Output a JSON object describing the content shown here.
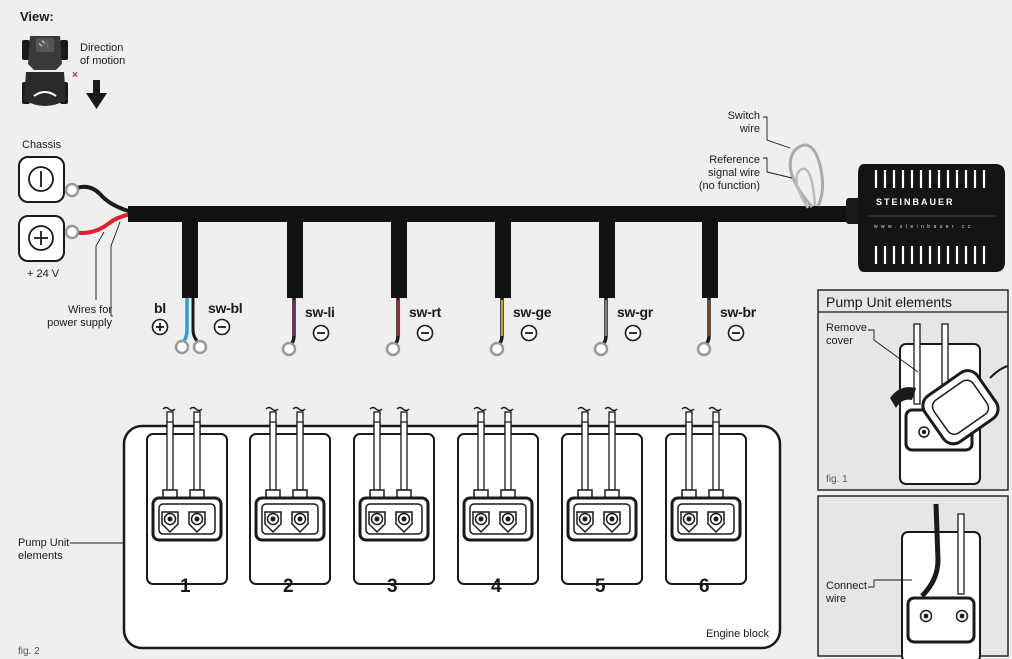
{
  "view_title": "View:",
  "direction_label": "Direction\nof motion",
  "chassis_label": "Chassis",
  "voltage_label": "+ 24 V",
  "power_wires_label": "Wires for\npower supply",
  "switch_wire_label": "Switch\nwire",
  "reference_wire_label": "Reference\nsignal wire\n(no function)",
  "brand": {
    "name": "STEINBAUER",
    "url": "w w w . s t e i n b a u e r . c c"
  },
  "wires": [
    {
      "code": "bl",
      "code2": "sw-bl",
      "color": "#2a9fd8"
    },
    {
      "code": "sw-li",
      "color": "#9b2a7c"
    },
    {
      "code": "sw-rt",
      "color": "#d61f2b"
    },
    {
      "code": "sw-ge",
      "color": "#f2d21b"
    },
    {
      "code": "sw-gr",
      "color": "#9a9a9a"
    },
    {
      "code": "sw-br",
      "color": "#8a5a2b"
    }
  ],
  "pump_numbers": [
    "1",
    "2",
    "3",
    "4",
    "5",
    "6"
  ],
  "pump_unit_label": "Pump Unit\nelements",
  "engine_block_label": "Engine block",
  "fig2_label": "fig. 2",
  "panel_title": "Pump Unit elements",
  "remove_cover_label": "Remove\ncover",
  "fig1_label": "fig. 1",
  "connect_wire_label": "Connect\nwire",
  "colors": {
    "cable": "#111111",
    "plus_wire": "#e0202c",
    "bg": "#efefef",
    "panel_bg": "#e6e6e6"
  }
}
